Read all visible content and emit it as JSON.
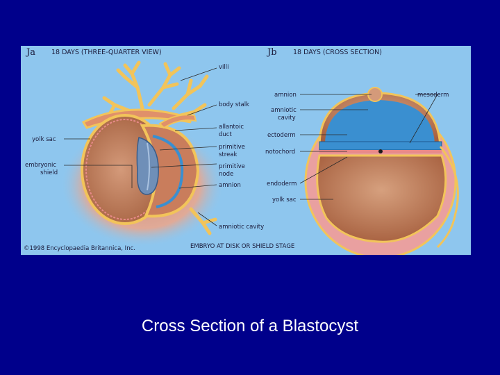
{
  "figure": {
    "panel_a": {
      "tag": "Ja",
      "heading": "18 DAYS (THREE-QUARTER VIEW)",
      "labels": {
        "villi": "villi",
        "body_stalk": "body stalk",
        "allantoic_duct_1": "allantoic",
        "allantoic_duct_2": "duct",
        "primitive_streak_1": "primitive",
        "primitive_streak_2": "streak",
        "primitive_node_1": "primitive",
        "primitive_node_2": "node",
        "amnion": "amnion",
        "amniotic_cavity": "amniotic cavity",
        "yolk_sac": "yolk sac",
        "embryonic_shield_1": "embryonic",
        "embryonic_shield_2": "shield"
      }
    },
    "panel_b": {
      "tag": "Jb",
      "heading": "18 DAYS (CROSS SECTION)",
      "labels": {
        "amnion": "amnion",
        "amniotic_cavity_1": "amniotic",
        "amniotic_cavity_2": "cavity",
        "ectoderm": "ectoderm",
        "notochord": "notochord",
        "endoderm": "endoderm",
        "yolk_sac": "yolk sac",
        "mesoderm": "mesoderm"
      }
    },
    "copyright": "©1998 Encyclopaedia Britannica, Inc.",
    "caption": "EMBRYO AT DISK OR SHIELD STAGE",
    "colors": {
      "background": "#8ec6ee",
      "yolk": "#b5704e",
      "yolk_light": "#d49a7a",
      "membrane_yellow": "#f2c45a",
      "pink": "#e88a8a",
      "blue_cavity": "#3a8fd0",
      "shield_blue": "#6f8fb8"
    }
  },
  "slide": {
    "title": "Cross Section of a Blastocyst",
    "background": "#00008b"
  }
}
